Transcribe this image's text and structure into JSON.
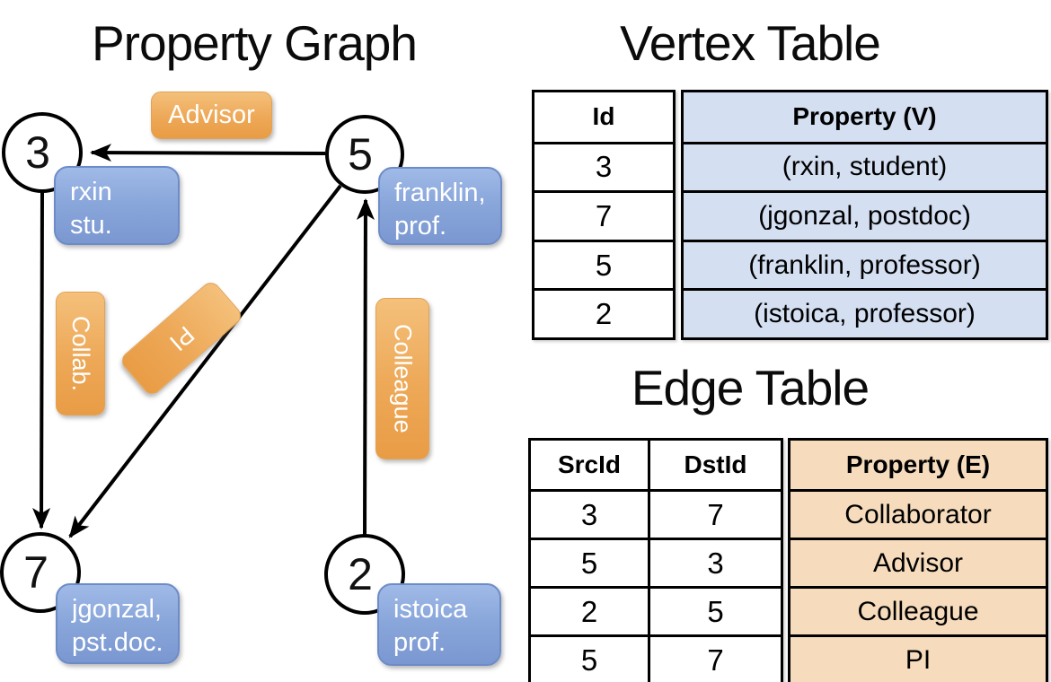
{
  "titles": {
    "graph": "Property Graph",
    "vertex": "Vertex Table",
    "edge": "Edge Table"
  },
  "graph": {
    "nodes": [
      {
        "id": "3",
        "line1": "rxin",
        "line2": "stu."
      },
      {
        "id": "5",
        "line1": "franklin,",
        "line2": "prof."
      },
      {
        "id": "7",
        "line1": "jgonzal,",
        "line2": "pst.doc."
      },
      {
        "id": "2",
        "line1": "istoica",
        "line2": "prof."
      }
    ],
    "edges": [
      {
        "src": "5",
        "dst": "3",
        "label": "Advisor"
      },
      {
        "src": "3",
        "dst": "7",
        "label": "Collab."
      },
      {
        "src": "5",
        "dst": "7",
        "label": "PI"
      },
      {
        "src": "2",
        "dst": "5",
        "label": "Colleague"
      }
    ]
  },
  "vertex_table": {
    "headers": [
      "Id",
      "Property (V)"
    ],
    "rows": [
      [
        "3",
        "(rxin, student)"
      ],
      [
        "7",
        "(jgonzal, postdoc)"
      ],
      [
        "5",
        "(franklin, professor)"
      ],
      [
        "2",
        "(istoica, professor)"
      ]
    ]
  },
  "edge_table": {
    "headers": [
      "SrcId",
      "DstId",
      "Property (E)"
    ],
    "rows": [
      [
        "3",
        "7",
        "Collaborator"
      ],
      [
        "5",
        "3",
        "Advisor"
      ],
      [
        "2",
        "5",
        "Colleague"
      ],
      [
        "5",
        "7",
        "PI"
      ]
    ]
  },
  "colors": {
    "vertex_box_top": "#a0bae7",
    "vertex_box_bottom": "#7b97d1",
    "edge_box_top": "#f4c07b",
    "edge_box_bottom": "#e99c45",
    "vertex_table_fill": "#d4dff2",
    "edge_table_fill": "#f6dcbc",
    "line": "#000000",
    "node_fill": "#ffffff",
    "text_on_box": "#ffffff"
  }
}
